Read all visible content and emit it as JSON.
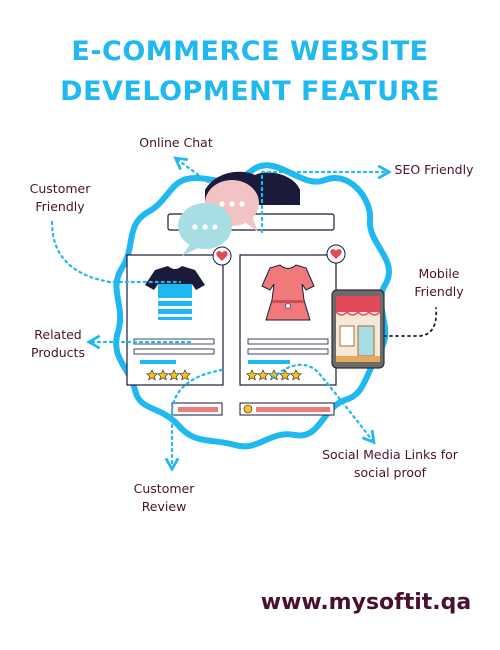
{
  "header": {
    "title_line1": "E-COMMERCE WEBSITE",
    "title_line2": "DEVELOPMENT FEATURE"
  },
  "features": {
    "online_chat": "Online Chat",
    "seo_friendly": "SEO Friendly",
    "customer_friendly_1": "Customer",
    "customer_friendly_2": "Friendly",
    "mobile_friendly_1": "Mobile",
    "mobile_friendly_2": "Friendly",
    "related_products_1": "Related",
    "related_products_2": "Products",
    "social_media_1": "Social Media Links for",
    "social_media_2": "social proof",
    "customer_review_1": "Customer",
    "customer_review_2": "Review"
  },
  "footer": {
    "website": "www.mysoftit.qa"
  },
  "colors": {
    "accent_blue": "#1fb8f0",
    "label_maroon": "#4a1030",
    "dark_navy": "#1a1a3a",
    "shirt_pink": "#f07a7a",
    "bubble_pink": "#f3c2c4",
    "bubble_teal": "#a9dde4"
  },
  "icons": [
    "shirt-icon",
    "dress-icon",
    "heart-icon",
    "chat-bubble-icon",
    "store-icon",
    "star-icon"
  ]
}
